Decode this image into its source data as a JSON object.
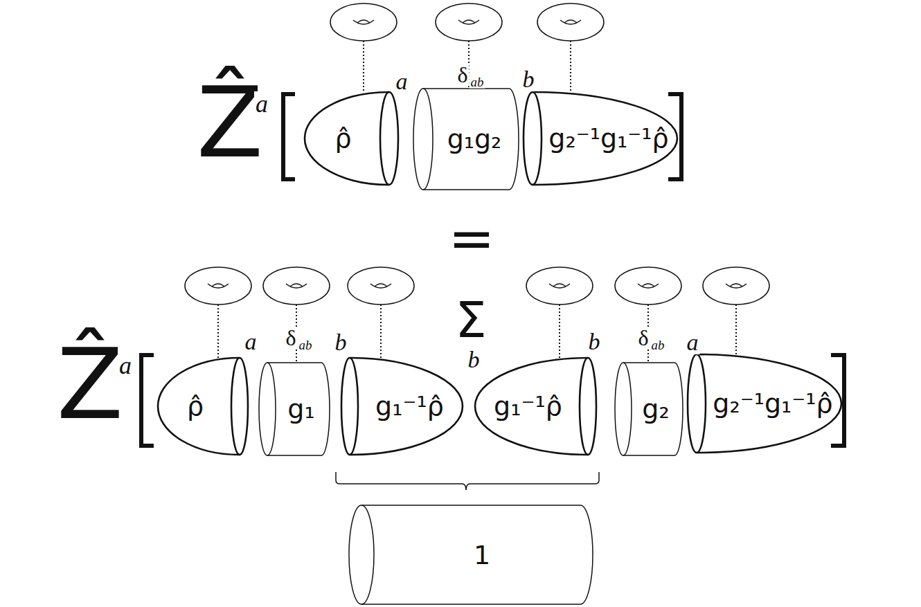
{
  "diagram": {
    "nodes": [
      {
        "text": [
          "ρ̂"
        ]
      },
      {
        "text": [
          "g₁g₂"
        ]
      },
      {
        "text": [
          "g₂⁻¹g₁⁻¹ρ̂"
        ]
      },
      {
        "text": [
          "ρ̂"
        ]
      },
      {
        "text": [
          "g₁"
        ]
      },
      {
        "text": [
          "g₁⁻¹ρ̂"
        ]
      },
      {
        "text": [
          "g₁⁻¹ρ̂"
        ]
      },
      {
        "text": [
          "g₂"
        ]
      },
      {
        "text": [
          "g₂⁻¹g₁⁻¹ρ̂"
        ]
      },
      {
        "text": [
          "1"
        ]
      }
    ],
    "labels": [
      "Ẑ",
      "a",
      "a",
      "δ",
      "ab",
      "b",
      "=",
      "Σ",
      "Ẑ",
      "a",
      "a",
      "δ",
      "ab",
      "b",
      "b",
      "b",
      "δ",
      "ab",
      "a"
    ]
  }
}
